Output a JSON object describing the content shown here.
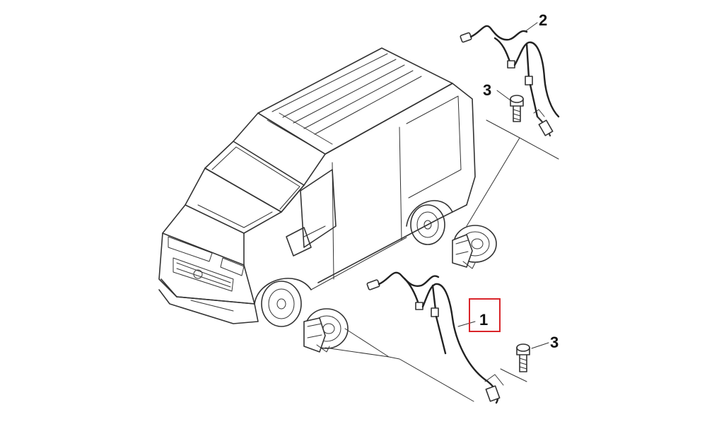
{
  "callouts": {
    "part_1": "1",
    "part_2": "2",
    "part_3_upper": "3",
    "part_3_lower": "3"
  },
  "colors": {
    "line": "#333333",
    "highlight_box": "#d9252a",
    "background": "#ffffff"
  },
  "icons": {
    "vehicle": "van-outline-icon",
    "front_brake": "brake-disc-caliper-icon",
    "rear_brake": "brake-disc-caliper-icon",
    "sensor_upper": "abs-sensor-cable-icon",
    "sensor_lower": "abs-sensor-cable-icon",
    "bolt": "flange-bolt-icon"
  }
}
